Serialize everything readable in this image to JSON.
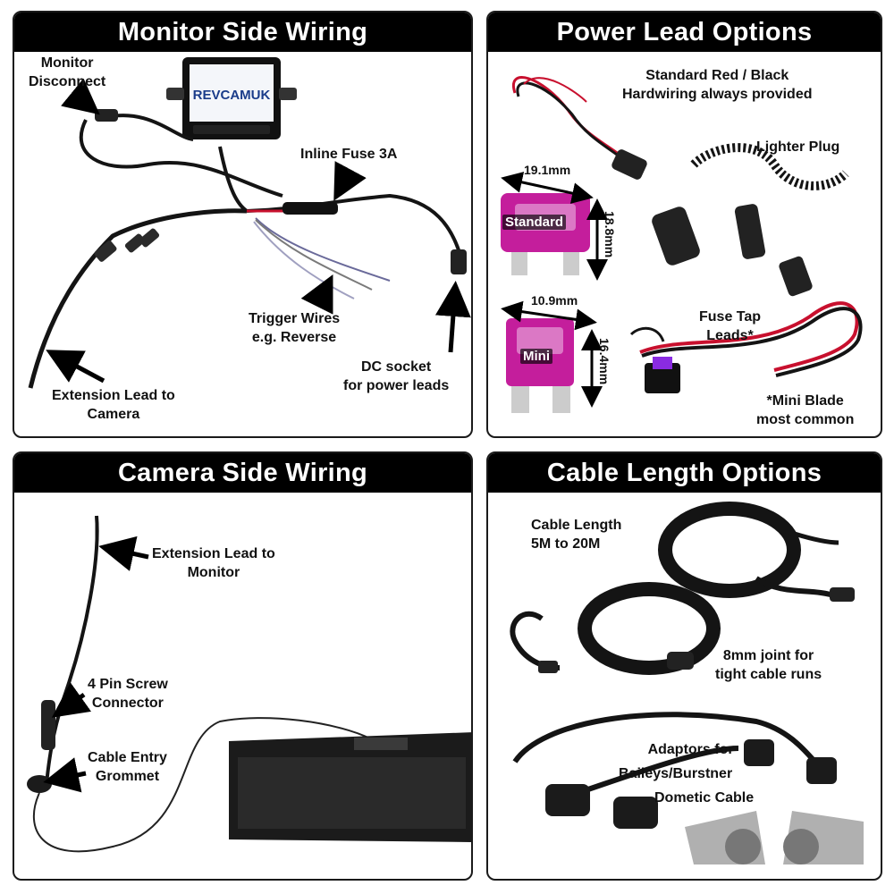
{
  "panels": {
    "monitor_side": {
      "title": "Monitor Side Wiring",
      "labels": {
        "monitor_disconnect": [
          "Monitor",
          "Disconnect"
        ],
        "inline_fuse": [
          "Inline Fuse 3A"
        ],
        "trigger_wires": [
          "Trigger Wires",
          "e.g. Reverse"
        ],
        "dc_socket": [
          "DC socket",
          "for power leads"
        ],
        "extension_lead": [
          "Extension Lead to",
          "Camera"
        ]
      },
      "brand_logo": "REVCAMUK"
    },
    "power_lead": {
      "title": "Power Lead Options",
      "labels": {
        "standard_hardwiring": [
          "Standard Red / Black",
          "Hardwiring always provided"
        ],
        "lighter_plug": [
          "Lighter Plug"
        ],
        "fuse_tap": [
          "Fuse Tap",
          "Leads*"
        ],
        "mini_blade_note": [
          "*Mini Blade",
          "most common"
        ]
      },
      "fuses": {
        "standard": {
          "tag": "Standard",
          "width": "19.1mm",
          "height": "18.8mm"
        },
        "mini": {
          "tag": "Mini",
          "width": "10.9mm",
          "height": "16.4mm"
        }
      }
    },
    "camera_side": {
      "title": "Camera Side Wiring",
      "labels": {
        "extension_lead": [
          "Extension Lead to",
          "Monitor"
        ],
        "screw_connector": [
          "4 Pin Screw",
          "Connector"
        ],
        "grommet": [
          "Cable Entry",
          "Grommet"
        ]
      }
    },
    "cable_length": {
      "title": "Cable Length Options",
      "labels": {
        "cable_length": [
          "Cable Length",
          "5M to 20M"
        ],
        "joint": [
          "8mm joint for",
          "tight cable runs"
        ],
        "adaptors": [
          "Adaptors for",
          "Baileys/Burstner",
          "Dometic Cable"
        ]
      }
    }
  },
  "colors": {
    "frame": "#1a1a1a",
    "header_bg": "#000000",
    "header_text": "#ffffff",
    "cable_black": "#141414",
    "wire_red": "#c8102e",
    "fuse_pink": "#c41e9c",
    "fuse_purple": "#8a2be2",
    "plate_black": "#1b1b1b",
    "adaptor_grey": "#b0b0b0"
  }
}
